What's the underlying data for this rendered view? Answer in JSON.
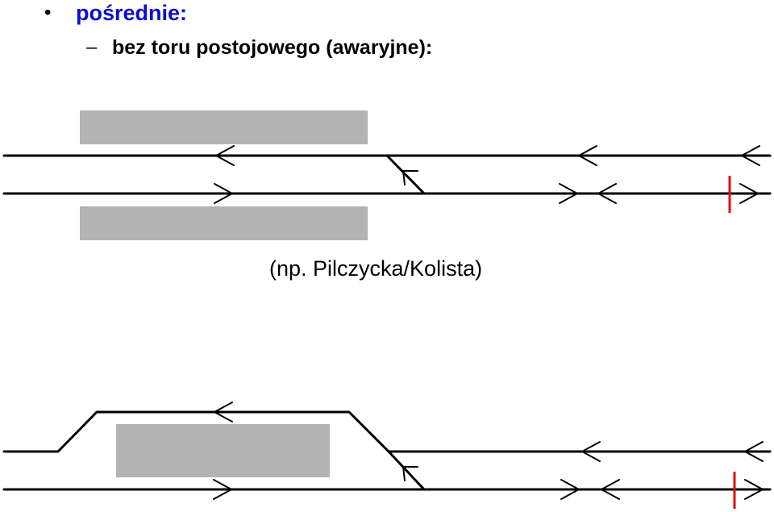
{
  "bullet": {
    "symbol": "•",
    "text": "pośrednie:"
  },
  "subitem": {
    "symbol": "–",
    "text": "bez toru postojowego (awaryjne):"
  },
  "example_caption": "(np. Pilczycka/Kolista)",
  "colors": {
    "heading": "#0b0bd6",
    "platform": "#b3b3b3",
    "track": "#000000",
    "signal": "#e01010"
  }
}
